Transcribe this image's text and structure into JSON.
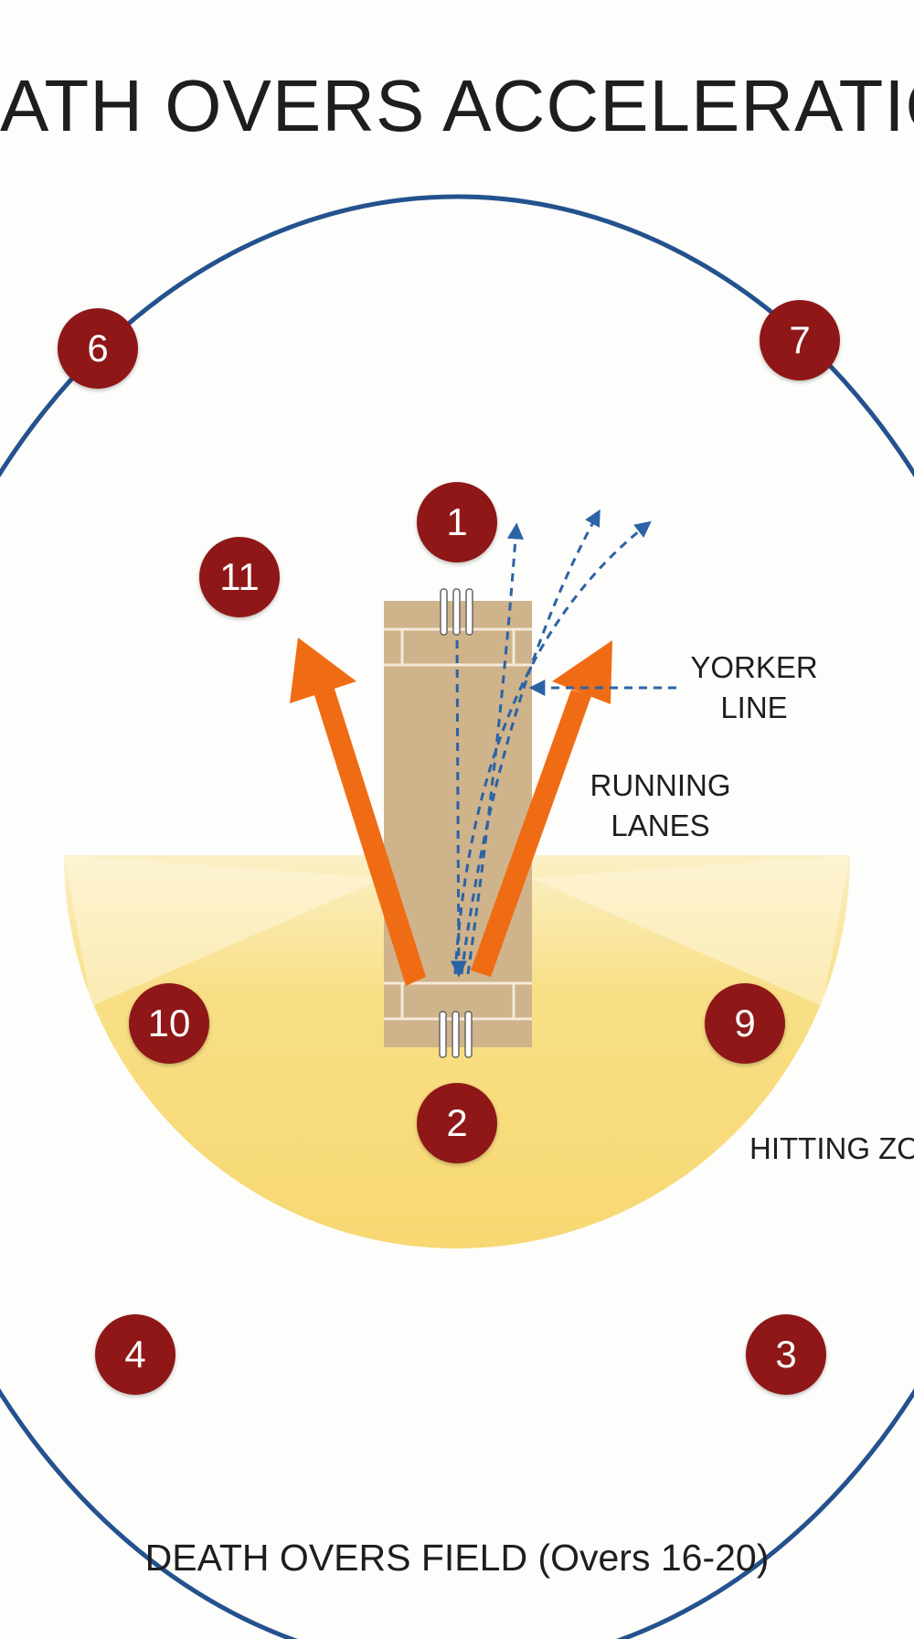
{
  "title": "ATH OVERS ACCELERATION PI",
  "labels": {
    "yorker_line_1": "YORKER",
    "yorker_line_2": "LINE",
    "running_lanes_1": "RUNNING",
    "running_lanes_2": "LANES",
    "hitting_zone": "HITTING ZO"
  },
  "footer": "DEATH OVERS FIELD (Overs 16-20)",
  "players": [
    "1",
    "2",
    "3",
    "4",
    "6",
    "7",
    "9",
    "10",
    "11"
  ],
  "colors": {
    "boundary": "#24528e",
    "player": "#8f1717",
    "pitch": "#cfb38a",
    "hitting_zone": "#f7d872",
    "arrows": "#f06c14",
    "yorker_paths": "#2b63a6"
  }
}
